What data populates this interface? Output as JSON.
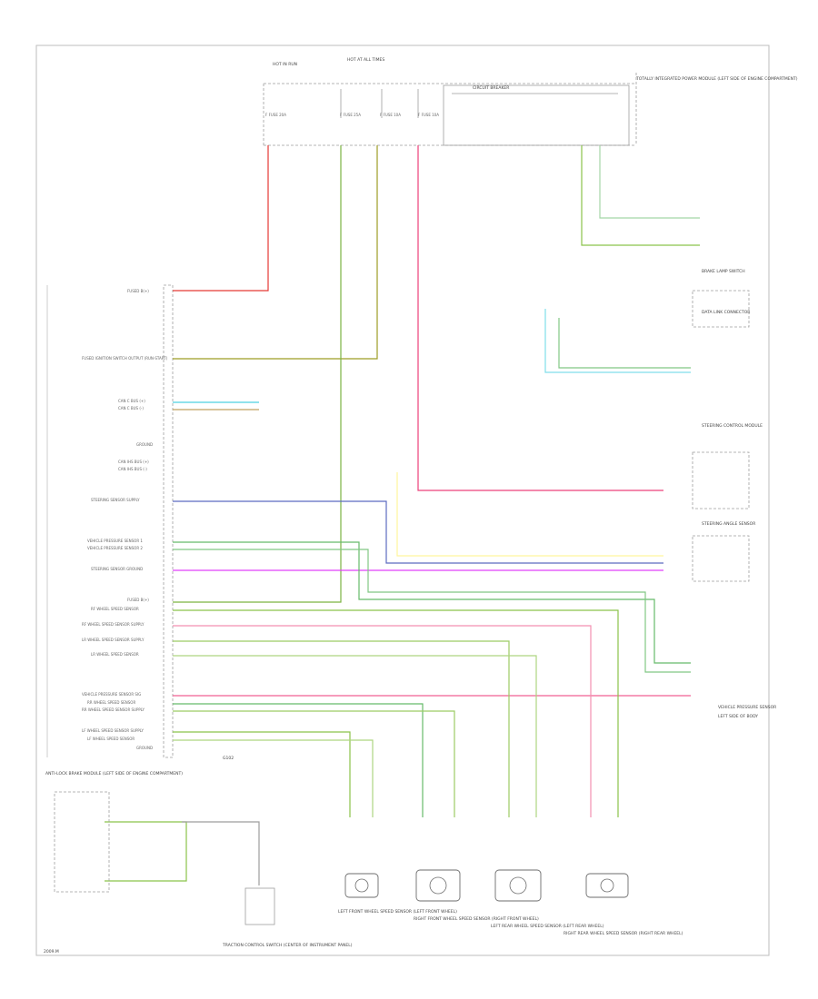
{
  "diagram": {
    "top_labels": {
      "hot_run": "HOT IN RUN",
      "hot_at_all_times": "HOT AT ALL TIMES",
      "central_box": "TOTALLY INTEGRATED POWER MODULE (LEFT SIDE OF ENGINE COMPARTMENT)",
      "circuit_breaker": "CIRCUIT BREAKER"
    },
    "fuses": [
      "F FUSE 20A",
      "F FUSE 25A",
      "F FUSE 10A",
      "F FUSE 10A"
    ],
    "module_pins_left": [
      "FUSED B(+)",
      "FUSED IGNITION SWITCH OUTPUT (RUN-START)",
      "CAN C BUS (+)",
      "CAN C BUS (-)",
      "GROUND",
      "CAN IHS BUS (+)",
      "CAN IHS BUS (-)",
      "STEERING SENSOR SUPPLY",
      "VEHICLE PRESSURE SENSOR 1",
      "VEHICLE PRESSURE SENSOR 2",
      "STEERING SENSOR GROUND",
      "FUSED B(+)",
      "RF WHEEL SPEED SENSOR",
      "RF WHEEL SPEED SENSOR SUPPLY",
      "LR WHEEL SPEED SENSOR SUPPLY",
      "LR WHEEL SPEED SENSOR",
      "VEHICLE PRESSURE SENSOR SIG",
      "RR WHEEL SPEED SENSOR",
      "RR WHEEL SPEED SENSOR SUPPLY",
      "LF WHEEL SPEED SENSOR SUPPLY",
      "LF WHEEL SPEED SENSOR",
      "GROUND"
    ],
    "right_labels": [
      "BRAKE LAMP SWITCH",
      "DATA LINK CONNECTOR",
      "STEERING CONTROL MODULE",
      "STEERING ANGLE SENSOR",
      "VEHICLE PRESSURE SENSOR",
      "LEFT SIDE OF BODY"
    ],
    "bottom_labels": [
      "LEFT FRONT WHEEL SPEED SENSOR (LEFT FRONT WHEEL)",
      "RIGHT FRONT WHEEL SPEED SENSOR (RIGHT FRONT WHEEL)",
      "LEFT REAR WHEEL SPEED SENSOR (LEFT REAR WHEEL)",
      "RIGHT REAR WHEEL SPEED SENSOR (RIGHT REAR WHEEL)"
    ],
    "bottom_left_labels": [
      "ANTI-LOCK BRAKE MODULE (LEFT SIDE OF ENGINE COMPARTMENT)",
      "G102",
      "TRACTION CONTROL SWITCH (CENTER OF INSTRUMENT PANEL)"
    ],
    "footer": "2009.M"
  }
}
